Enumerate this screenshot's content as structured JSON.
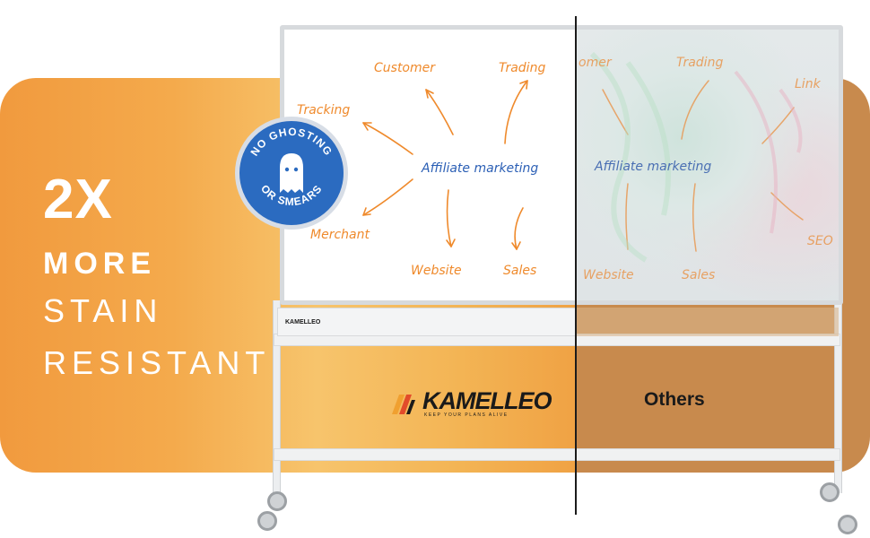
{
  "headline": {
    "big": "2X",
    "line1": "MORE",
    "line2": "STAIN",
    "line3": "RESISTANT"
  },
  "badge": {
    "top_text": "NO GHOSTING",
    "bottom_text": "OR SMEARS",
    "icon": "ghost-icon"
  },
  "board_left": {
    "center": "Affiliate marketing",
    "words": [
      "Customer",
      "Trading",
      "Tracking",
      "Merchant",
      "Website",
      "Sales"
    ]
  },
  "board_right": {
    "center": "Affiliate marketing",
    "words": [
      "omer",
      "Trading",
      "Link",
      "Website",
      "Sales",
      "SEO"
    ]
  },
  "brand": {
    "name": "KAMELLEO",
    "tagline": "KEEP YOUR PLANS ALIVE",
    "tray_label": "KAMELLEO"
  },
  "comparison": {
    "others_label": "Others"
  },
  "colors": {
    "orange": "#f4aa4c",
    "brown": "#c88a4d",
    "badge_blue": "#2b6bc0",
    "marker_orange": "#ef8a2c",
    "marker_blue": "#2b5fb5"
  }
}
